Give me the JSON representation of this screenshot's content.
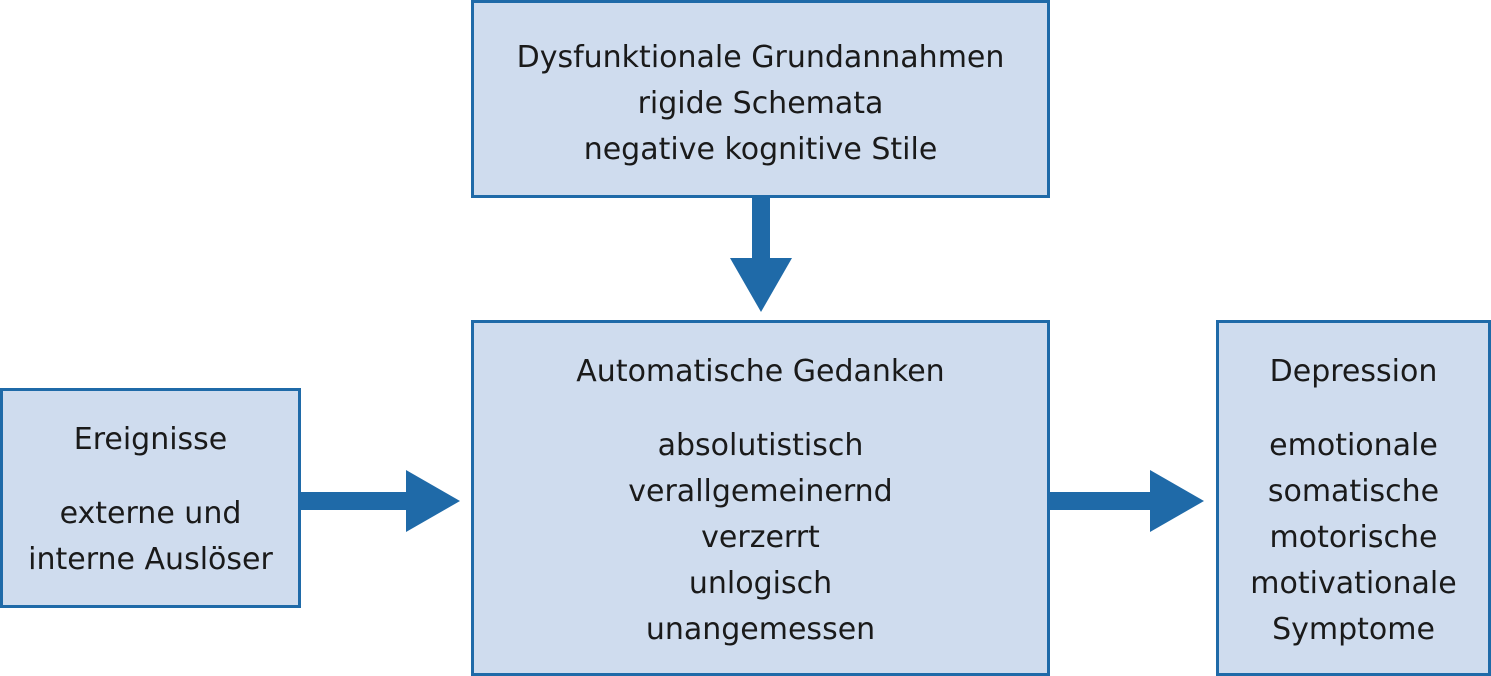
{
  "nodes": {
    "top": {
      "lines": [
        "Dysfunktionale Grundannahmen",
        "rigide Schemata",
        "negative kognitive Stile"
      ]
    },
    "center": {
      "title": "Automatische Gedanken",
      "lines": [
        "absolutistisch",
        "verallgemeinernd",
        "verzerrt",
        "unlogisch",
        "unangemessen"
      ]
    },
    "left": {
      "title": "Ereignisse",
      "lines": [
        "externe und",
        "interne Auslöser"
      ]
    },
    "right": {
      "title": "Depression",
      "lines": [
        "emotionale",
        "somatische",
        "motorische",
        "motivationale",
        "Symptome"
      ]
    }
  },
  "colors": {
    "box_fill": "#cfdcee",
    "box_border": "#1f6aa8",
    "arrow": "#1f6aa8",
    "text": "#1a1a1a"
  }
}
